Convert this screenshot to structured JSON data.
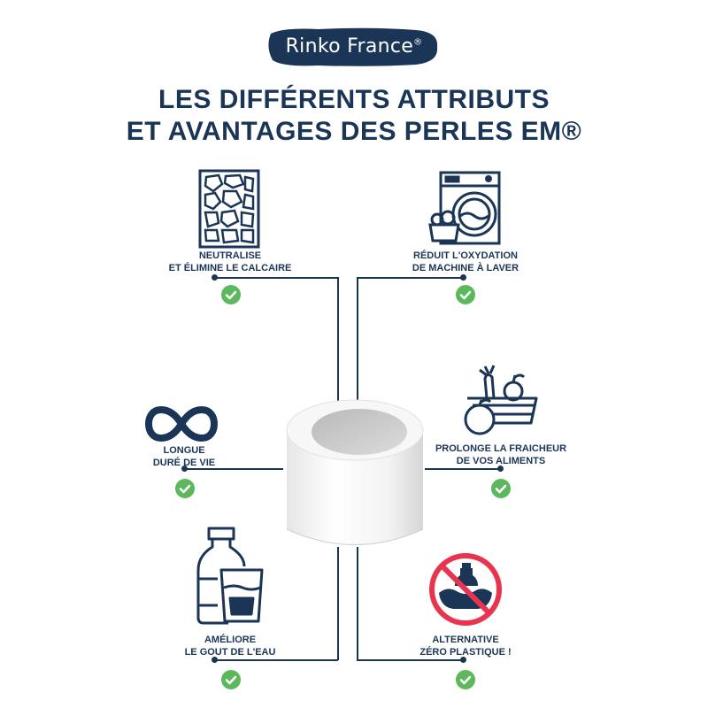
{
  "brand": {
    "name": "Rinko France",
    "reg": "®"
  },
  "headline": {
    "line1": "LES DIFFÉRENTS ATTRIBUTS",
    "line2": "ET AVANTAGES DES PERLES EM®"
  },
  "features": {
    "calcaire": {
      "line1": "NEUTRALISE",
      "line2": "ET ÉLIMINE LE CALCAIRE"
    },
    "machine": {
      "line1": "RÉDUIT L'OXYDATION",
      "line2": "DE MACHINE À LAVER"
    },
    "duree": {
      "line1": "LONGUE",
      "line2": "DURÉ DE VIE"
    },
    "aliments": {
      "line1": "PROLONGE LA FRAICHEUR",
      "line2": "DE VOS ALIMENTS"
    },
    "eau": {
      "line1": "AMÉLIORE",
      "line2": "LE GOUT DE L'EAU"
    },
    "plastique": {
      "line1": "ALTERNATIVE",
      "line2": "ZÉRO PLASTIQUE !"
    }
  },
  "colors": {
    "navy": "#1b3556",
    "green": "#5cb85c",
    "red": "#e8344e"
  },
  "icons": [
    "stones-icon",
    "washing-machine-icon",
    "infinity-icon",
    "fruit-basket-icon",
    "water-glass-icon",
    "no-plastic-icon",
    "check-icon"
  ]
}
